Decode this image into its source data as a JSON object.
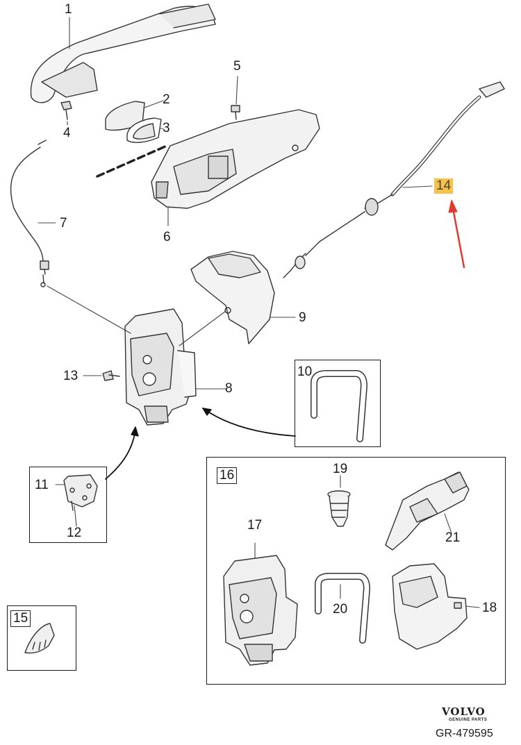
{
  "callouts": {
    "c1": "1",
    "c2": "2",
    "c3": "3",
    "c4": "4",
    "c5": "5",
    "c6": "6",
    "c7": "7",
    "c8": "8",
    "c9": "9",
    "c10": "10",
    "c11": "11",
    "c12": "12",
    "c13": "13",
    "c14": "14",
    "c15": "15",
    "c16": "16",
    "c17": "17",
    "c18": "18",
    "c19": "19",
    "c20": "20",
    "c21": "21"
  },
  "highlight": {
    "callout": "14",
    "color": "#f6c24a",
    "arrow_color": "#e03a2f"
  },
  "brand": {
    "name": "VOLVO",
    "tagline": "GENUINE PARTS"
  },
  "reference": "GR-479595"
}
